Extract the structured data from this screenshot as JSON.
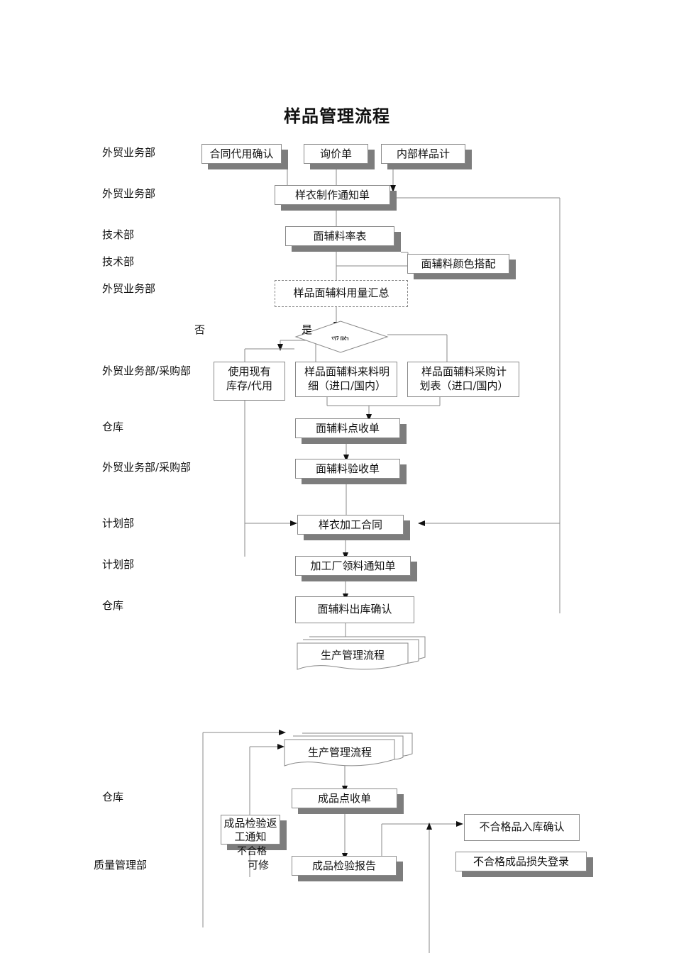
{
  "title": "样品管理流程",
  "departments": {
    "d1": "外贸业务部",
    "d2": "外贸业务部",
    "d3": "技术部",
    "d4": "技术部",
    "d5": "外贸业务部",
    "d6": "外贸业务部/采购部",
    "d7": "仓库",
    "d8": "外贸业务部/采购部",
    "d9": "计划部",
    "d10": "计划部",
    "d11": "仓库",
    "d12": "仓库",
    "d13": "质量管理部"
  },
  "nodes": {
    "contract_confirm": "合同代用确认",
    "inquiry": "询价单",
    "internal_sample": "内部样品计",
    "sample_notice": "样衣制作通知单",
    "material_rate": "面辅料率表",
    "color_match": "面辅料颜色搭配",
    "usage_summary": "样品面辅料用量汇总",
    "purchase": "采购",
    "use_stock": "使用现有库存/代用",
    "incoming_detail": "样品面辅料来料明细（进口/国内）",
    "purchase_plan": "样品面辅料采购计划表（进口/国内）",
    "receipt": "面辅料点收单",
    "inspection": "面辅料验收单",
    "process_contract": "样衣加工合同",
    "pick_notice": "加工厂领料通知单",
    "outbound_confirm": "面辅料出库确认",
    "production_flow_1": "生产管理流程",
    "production_flow_2": "生产管理流程",
    "product_receipt": "成品点收单",
    "rework_notice": "成品检验返工通知",
    "reject_stock": "不合格品入库确认",
    "reject_loss": "不合格成品损失登录",
    "inspection_report": "成品检验报告"
  },
  "labels": {
    "no": "否",
    "yes": "是",
    "reject": "不合格",
    "repairable": "可修"
  }
}
